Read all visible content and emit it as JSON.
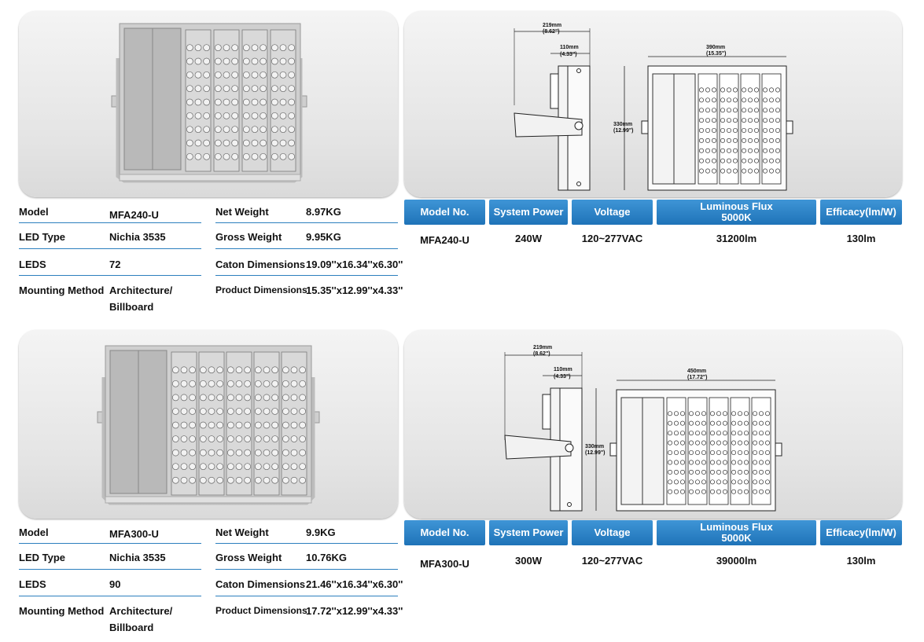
{
  "products": [
    {
      "specs_left": [
        {
          "label": "Model",
          "value": "MFA240-U"
        },
        {
          "label": "LED Type",
          "value": "Nichia 3535"
        },
        {
          "label": "LEDS",
          "value": "72"
        },
        {
          "label": "Mounting Method",
          "value": "Architecture/",
          "value2": "Billboard"
        }
      ],
      "specs_right": [
        {
          "label": "Net Weight",
          "value": "8.97KG"
        },
        {
          "label": "Gross Weight",
          "value": "9.95KG"
        },
        {
          "label": "Caton Dimensions",
          "value": "19.09''x16.34''x6.30''"
        },
        {
          "label": "Product Dimensions",
          "value": "15.35''x12.99''x4.33''"
        }
      ],
      "drawing": {
        "depth": "219mm",
        "depth_in": "(8.62\")",
        "bracket": "110mm",
        "bracket_in": "(4.33\")",
        "width": "390mm",
        "width_in": "(15.35\")",
        "height": "330mm",
        "height_in": "(12.99\")"
      },
      "table": {
        "headers": [
          "Model No.",
          "System Power",
          "Voltage",
          "Luminous Flux",
          "Efficacy(lm/W)"
        ],
        "flux_sub": "5000K",
        "row": [
          "MFA240-U",
          "240W",
          "120~277VAC",
          "31200lm",
          "130lm"
        ]
      }
    },
    {
      "specs_left": [
        {
          "label": "Model",
          "value": "MFA300-U"
        },
        {
          "label": "LED Type",
          "value": "Nichia 3535"
        },
        {
          "label": "LEDS",
          "value": "90"
        },
        {
          "label": "Mounting Method",
          "value": "Architecture/",
          "value2": "Billboard"
        }
      ],
      "specs_right": [
        {
          "label": "Net Weight",
          "value": "9.9KG"
        },
        {
          "label": "Gross Weight",
          "value": "10.76KG"
        },
        {
          "label": "Caton Dimensions",
          "value": "21.46''x16.34''x6.30''"
        },
        {
          "label": "Product Dimensions",
          "value": "17.72''x12.99''x4.33''"
        }
      ],
      "drawing": {
        "depth": "219mm",
        "depth_in": "(8.62\")",
        "bracket": "110mm",
        "bracket_in": "(4.33\")",
        "width": "450mm",
        "width_in": "(17.72\")",
        "height": "330mm",
        "height_in": "(12.99\")"
      },
      "table": {
        "headers": [
          "Model No.",
          "System Power",
          "Voltage",
          "Luminous Flux",
          "Efficacy(lm/W)"
        ],
        "flux_sub": "5000K",
        "row": [
          "MFA300-U",
          "300W",
          "120~277VAC",
          "39000lm",
          "130lm"
        ]
      }
    }
  ],
  "colors": {
    "accent": "#2c7fbe",
    "header_top": "#3f95d6",
    "header_bottom": "#1f73b8"
  },
  "icons": {
    "photo": "floodlight-photo",
    "drawing": "technical-drawing"
  }
}
